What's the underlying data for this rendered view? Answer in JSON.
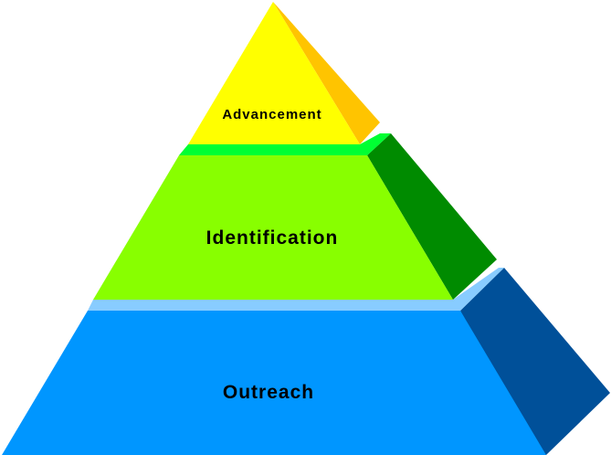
{
  "tiers": [
    {
      "label": "Advancement",
      "colors": {
        "front": "#ffff00",
        "side": "#ffc400",
        "ledge": "#00ff33"
      }
    },
    {
      "label": "Identification",
      "colors": {
        "front": "#88ff00",
        "side": "#008b00",
        "ledge": "#88ccff"
      }
    },
    {
      "label": "Outreach",
      "colors": {
        "front": "#0096ff",
        "side": "#005099"
      }
    }
  ]
}
